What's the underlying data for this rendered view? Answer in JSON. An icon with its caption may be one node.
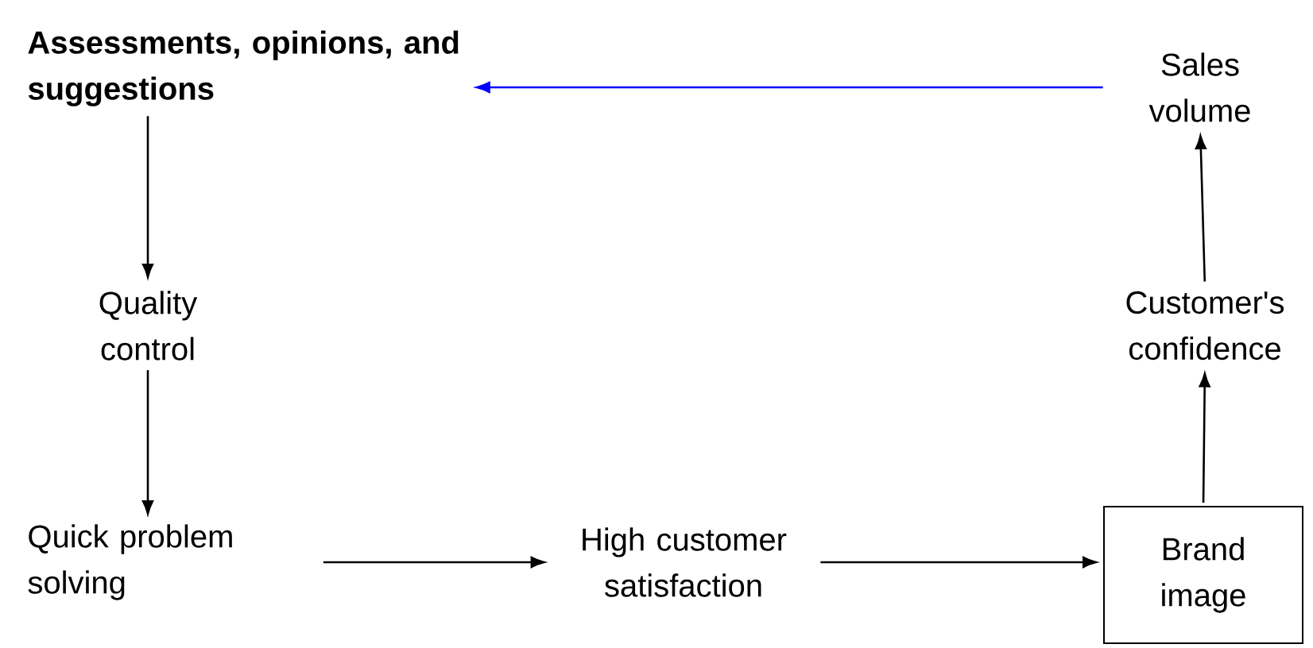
{
  "diagram": {
    "nodes": [
      {
        "text": [
          "Assessments, opinions, and suggestions"
        ]
      },
      {
        "text": [
          "Sales volume"
        ]
      },
      {
        "text": [
          "Quality control"
        ]
      },
      {
        "text": [
          "Customer's confidence"
        ]
      },
      {
        "text": [
          "Quick problem solving"
        ]
      },
      {
        "text": [
          "High customer satisfaction"
        ]
      },
      {
        "text": [
          "Brand image"
        ]
      }
    ],
    "edges": [
      {
        "from": 1,
        "to": 0,
        "arrow": "to",
        "color": "#0000ff"
      },
      {
        "from": 0,
        "to": 2,
        "arrow": "to"
      },
      {
        "from": 2,
        "to": 4,
        "arrow": "to"
      },
      {
        "from": 4,
        "to": 5,
        "arrow": "to"
      },
      {
        "from": 5,
        "to": 6,
        "arrow": "to"
      },
      {
        "from": 6,
        "to": 3,
        "arrow": "to"
      },
      {
        "from": 3,
        "to": 1,
        "arrow": "to"
      }
    ]
  }
}
